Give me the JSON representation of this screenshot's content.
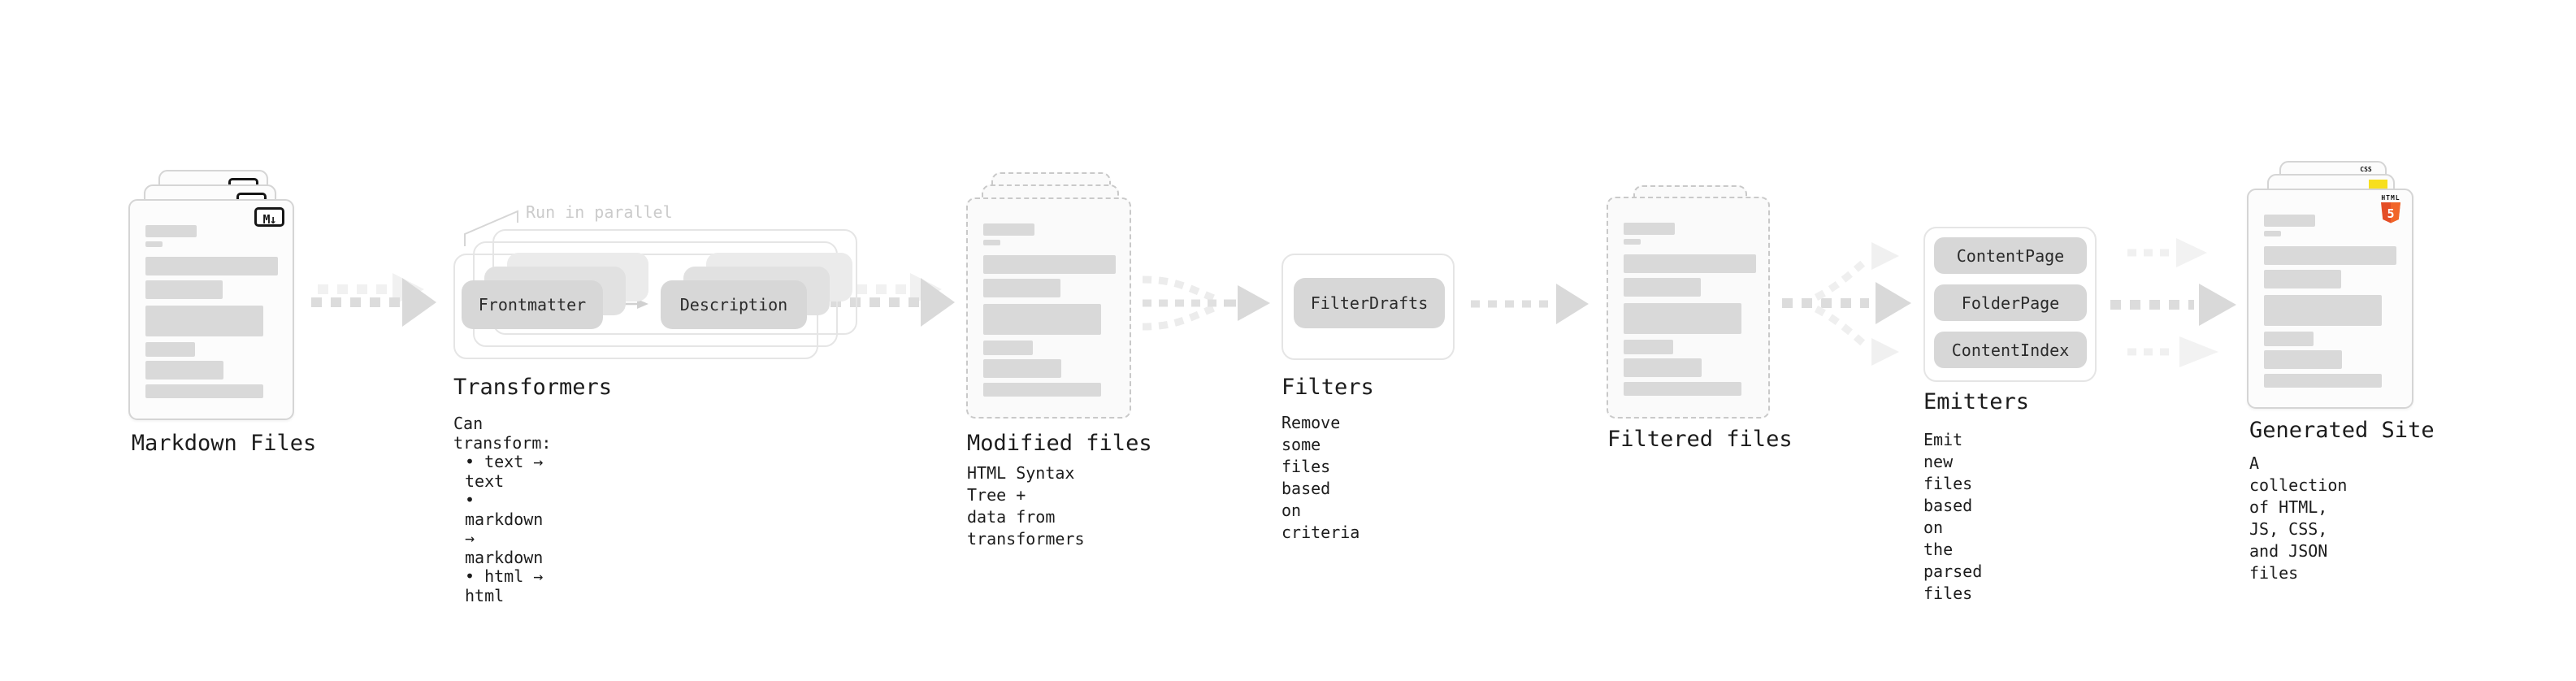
{
  "diagram": {
    "nodes": {
      "markdown_files": {
        "title": "Markdown Files",
        "badge": "M↓"
      },
      "transformers": {
        "annotation": "Run in parallel",
        "steps": [
          "Frontmatter",
          "Description"
        ],
        "title": "Transformers",
        "description": "Can transform:",
        "bullets": [
          "text → text",
          "markdown → markdown",
          "html → html"
        ]
      },
      "modified_files": {
        "title": "Modified files",
        "description": "HTML Syntax Tree +\ndata from transformers"
      },
      "filters": {
        "title": "Filters",
        "buttons": [
          "FilterDrafts"
        ],
        "description": "Remove some files based\non criteria"
      },
      "filtered_files": {
        "title": "Filtered files"
      },
      "emitters": {
        "title": "Emitters",
        "buttons": [
          "ContentPage",
          "FolderPage",
          "ContentIndex"
        ],
        "description": "Emit new files based on\nthe parsed files"
      },
      "generated_site": {
        "title": "Generated Site",
        "description": "A collection of HTML,\nJS, CSS, and JSON files",
        "badges": {
          "html_word": "HTML",
          "html_number": "5",
          "css": "CSS"
        }
      }
    },
    "colors": {
      "accent_html5": "#e44d26",
      "accent_html5_light": "#f16529",
      "accent_js": "#f7df1e",
      "accent_css": "#2c63e8",
      "placeholder_bar": "#d9d9d9",
      "arrow": "#dcdcdc",
      "arrow_light": "#f1f1f1"
    }
  }
}
